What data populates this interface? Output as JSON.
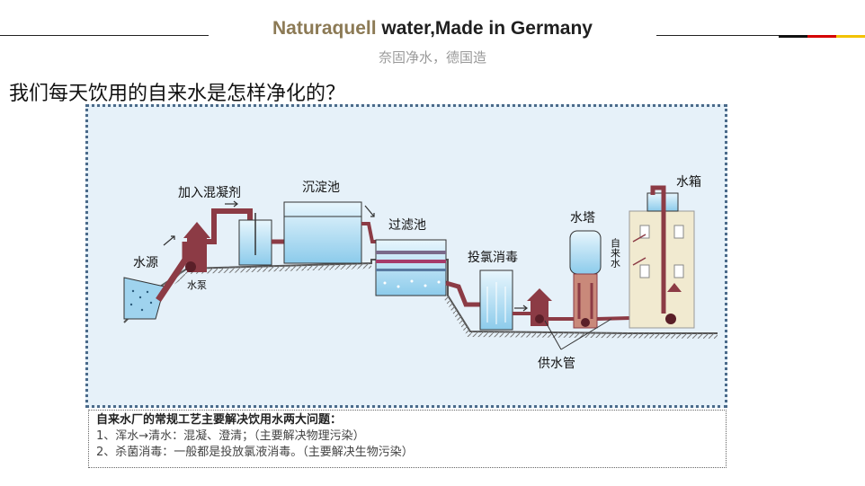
{
  "header": {
    "brand": "Naturaquell",
    "title_rest": " water,Made in Germany",
    "subtitle": "奈固净水，德国造",
    "flag_colors": [
      "#111111",
      "#d40000",
      "#f2c200"
    ]
  },
  "question": "我们每天饮用的自来水是怎样净化的？",
  "diagram": {
    "labels": {
      "source": "水源",
      "pump": "水泵",
      "coagulant": "加入混凝剂",
      "sedimentation": "沉淀池",
      "filtration": "过滤池",
      "chlorination": "投氯消毒",
      "water_tower": "水塔",
      "water_tank": "水箱",
      "tap_water": "自来水",
      "supply_pipe": "供水管"
    },
    "colors": {
      "pipe": "#8c3b45",
      "water": "#9fd3ee",
      "ground": "#666666"
    }
  },
  "note": {
    "heading": "自来水厂的常规工艺主要解决饮用水两大问题：",
    "item1": "1、浑水→清水：混凝、澄清；（主要解决物理污染）",
    "item2": "2、杀菌消毒：一般都是投放氯液消毒。（主要解决生物污染）"
  }
}
